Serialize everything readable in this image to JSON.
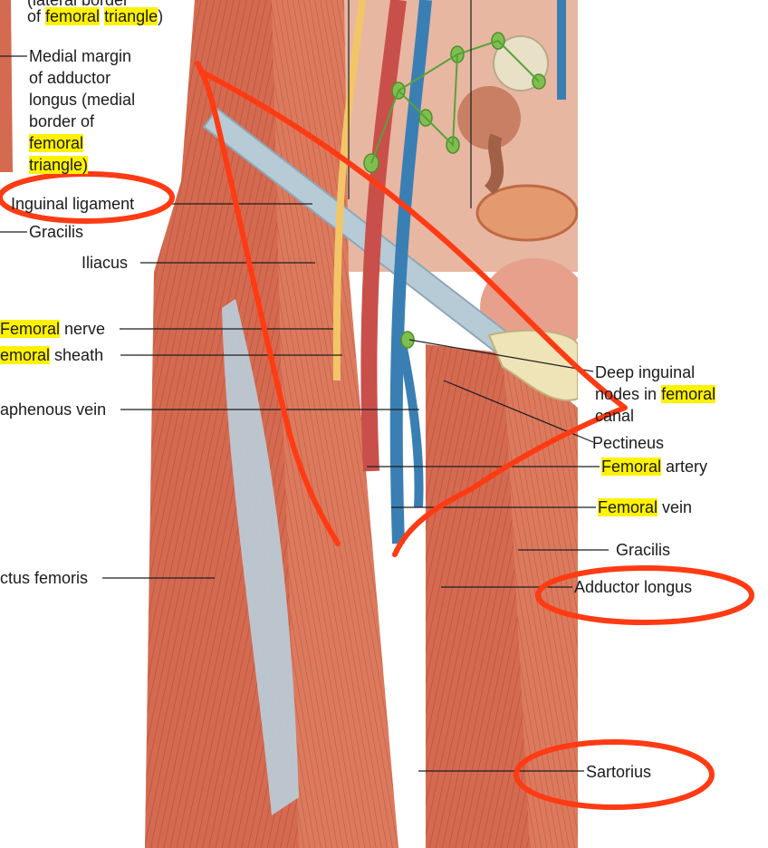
{
  "colors": {
    "highlight": "#fff200",
    "annotation_pen": "#ff3b14",
    "muscle": "#d46a50",
    "vein": "#3a7fb3",
    "nerve": "#f2c667",
    "lymph": "#7fbf4f",
    "fascia": "#b9cfdc",
    "leader": "#1f1f1f"
  },
  "labels": {
    "top_partial_line1": "(lateral border",
    "top_partial_prefix": "of",
    "top_partial_word1": "femoral",
    "top_partial_word2": "triangle",
    "top_partial_suffix": ")",
    "medial_line1": "Medial margin",
    "medial_line2": "of adductor",
    "medial_line3": "longus (medial",
    "medial_line4": "border of",
    "medial_word": "femoral",
    "medial_word2": "triangle)",
    "inguinal": "Inguinal ligament",
    "gracilis_left": "Gracilis",
    "iliacus": "Iliacus",
    "femoral_nerve_word": "Femoral",
    "femoral_nerve_rest": " nerve",
    "femoral_sheath_word": "emoral",
    "femoral_sheath_rest": " sheath",
    "saphenous": "aphenous vein",
    "rectus": "ctus femoris",
    "deep_line1": "Deep inguinal",
    "deep_line2_pre": "nodes in ",
    "deep_word": "femoral",
    "deep_line3": "canal",
    "pectineus": "Pectineus",
    "femoral_artery_word": "Femoral",
    "femoral_artery_rest": " artery",
    "femoral_vein_word": "Femoral",
    "femoral_vein_rest": " vein",
    "gracilis_right": "Gracilis",
    "adductor_longus": "Adductor longus",
    "sartorius": "Sartorius"
  }
}
